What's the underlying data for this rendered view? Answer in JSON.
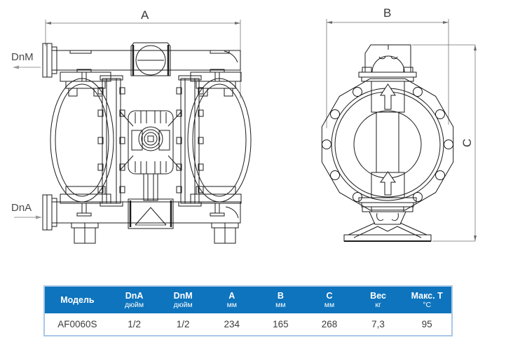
{
  "diagram": {
    "labels": {
      "dim_a": "A",
      "dim_b": "B",
      "dim_c": "C",
      "port_discharge": "DnM",
      "port_suction": "DnA"
    }
  },
  "table": {
    "columns": [
      {
        "label": "Модель",
        "unit": ""
      },
      {
        "label": "DnA",
        "unit": "дюйм"
      },
      {
        "label": "DnM",
        "unit": "дюйм"
      },
      {
        "label": "A",
        "unit": "мм"
      },
      {
        "label": "B",
        "unit": "мм"
      },
      {
        "label": "C",
        "unit": "мм"
      },
      {
        "label": "Вес",
        "unit": "кг"
      },
      {
        "label": "Макс. Т",
        "unit": "°C"
      }
    ],
    "rows": [
      {
        "model": "AF0060S",
        "dna_inch": "1/2",
        "dnm_inch": "1/2",
        "a_mm": "234",
        "b_mm": "165",
        "c_mm": "268",
        "weight_kg": "7,3",
        "max_temp_c": "95"
      }
    ]
  },
  "colors": {
    "header_bg": "#0e74bd",
    "header_text": "#ffffff",
    "table_border": "#a9c7e6",
    "drawing_line": "#1b1b1b",
    "dimension_line": "#6b6b6b",
    "flow_arrow_gray": "#9a9a9a"
  }
}
